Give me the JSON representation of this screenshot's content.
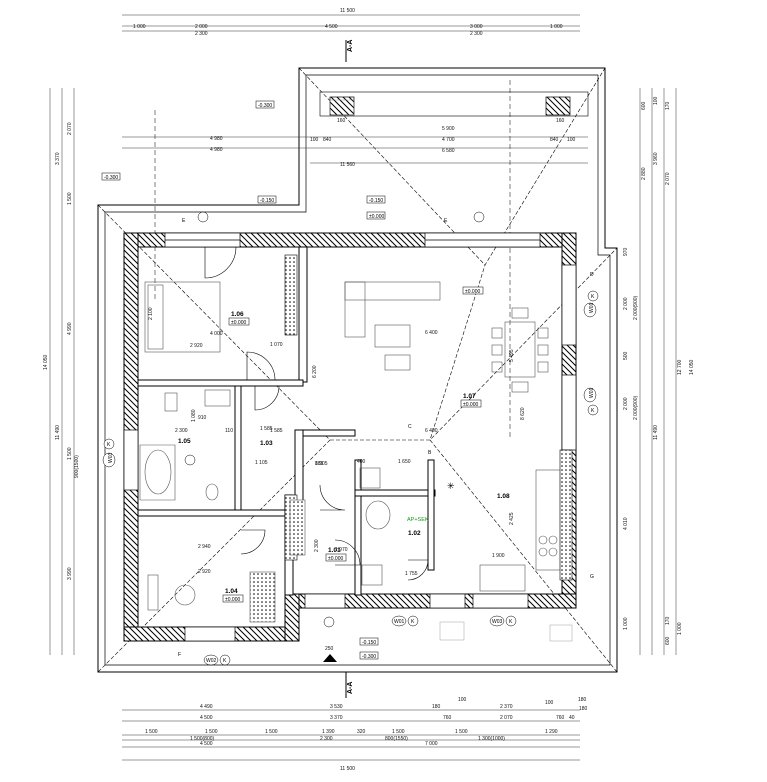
{
  "overall": {
    "width": "11 500",
    "height": "14 050"
  },
  "top_dims": {
    "row1": [
      "1 000",
      "2 000",
      "4 500",
      "3 000",
      "1 000"
    ],
    "row2": [
      "2 300",
      "2 300"
    ],
    "inner": [
      "4 980",
      "4 980",
      "5 900",
      "4 700",
      "6 580",
      "11 560",
      "100",
      "840",
      "840",
      "100",
      "160",
      "160"
    ]
  },
  "bottom_dims": {
    "row1": [
      "4 490",
      "3 530",
      "180",
      "100",
      "2 370",
      "100",
      "180"
    ],
    "row2": [
      "4 500",
      "3 370",
      "760",
      "2 070",
      "760",
      "40",
      "180"
    ],
    "row3": [
      "1 500",
      "1 500",
      "1 500",
      "1 390",
      "320",
      "1 500",
      "1 500",
      "1 290"
    ],
    "row4": [
      "1 500(800)",
      "2 300",
      "800(1550)",
      "1 300(1000)"
    ],
    "row5": [
      "4 500",
      "7 000"
    ],
    "total": "11 500"
  },
  "left_dims": [
    "14 050",
    "11 490",
    "3 370",
    "2 070",
    "1 500",
    "4 990",
    "1 500",
    "900(1500)",
    "3 990"
  ],
  "right_dims": [
    "12 700",
    "14 050",
    "11 490",
    "600",
    "100",
    "170",
    "2 880",
    "2 070",
    "3 960",
    "970",
    "2 000",
    "2 000(900)",
    "500",
    "2 000",
    "2 000(900)",
    "4 010",
    "1 000",
    "170",
    "600",
    "1 000"
  ],
  "interior_dims": [
    "4 000",
    "2 920",
    "1 070",
    "6 400",
    "1 585",
    "1 105",
    "5 495",
    "8 620",
    "6 400",
    "2 300",
    "1 585",
    "1 080",
    "2 940",
    "2 920",
    "1 905",
    "1 970",
    "2 300",
    "1 755",
    "1 900",
    "2 425",
    "6 200",
    "2 100",
    "110",
    "910",
    "885",
    "400",
    "1 650",
    "250"
  ],
  "levels": [
    "-0.300",
    "-0.150",
    "-0.150",
    "±0.000",
    "-0.300",
    "-0.150",
    "-0.300"
  ],
  "rooms": [
    {
      "num": "1.06",
      "level": "±0.000"
    },
    {
      "num": "1.07",
      "level": "±0.000"
    },
    {
      "num": "1.05",
      "level": ""
    },
    {
      "num": "1.03",
      "level": ""
    },
    {
      "num": "1.08",
      "level": ""
    },
    {
      "num": "1.01",
      "level": "±0.000"
    },
    {
      "num": "1.02",
      "level": ""
    },
    {
      "num": "1.04",
      "level": "±0.000"
    }
  ],
  "room_level_inline": "±0.000",
  "section_marks": [
    "A-A",
    "A-A"
  ],
  "window_tags": [
    "W01",
    "W01",
    "W01",
    "W02",
    "W03",
    "W03"
  ],
  "tag_letters": [
    "K",
    "E",
    "E",
    "B",
    "C",
    "D",
    "F",
    "G"
  ],
  "electrical_label": "AP+SEK",
  "colors": {
    "line": "#000000",
    "dim": "#333333",
    "green": "#1a9a1a"
  }
}
